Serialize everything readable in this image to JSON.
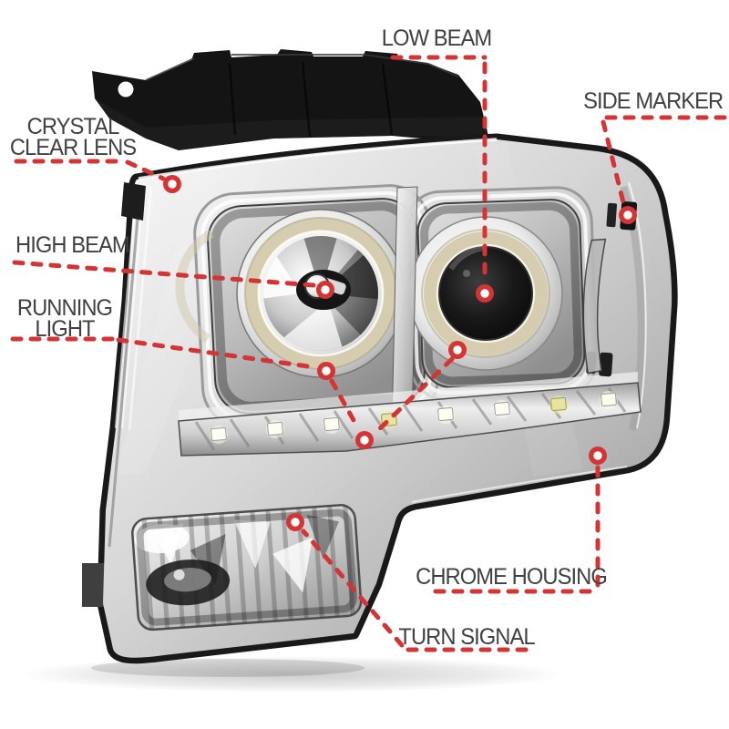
{
  "figure": {
    "type": "annotated product diagram",
    "subject": "chrome projector headlight with halo rings, LED strip, turn signal and mounting bracket"
  },
  "callouts": {
    "low_beam": {
      "label": "LOW BEAM"
    },
    "side_marker": {
      "label": "SIDE MARKER"
    },
    "crystal_clear_lens": {
      "line1": "CRYSTAL",
      "line2": "CLEAR LENS"
    },
    "high_beam": {
      "label": "HIGH BEAM"
    },
    "running_light": {
      "line1": "RUNNING",
      "line2": "LIGHT"
    },
    "chrome_housing": {
      "label": "CHROME HOUSING"
    },
    "turn_signal": {
      "label": "TURN SIGNAL"
    }
  },
  "colors": {
    "background": "#ffffff",
    "callout_red": "#d43434",
    "label_gray": "#414141",
    "halo_beige": "#d6cdb0",
    "chrome_light": "#f5f5f5",
    "chrome_mid": "#c0c0c0",
    "chrome_dark": "#8a8a8a",
    "housing_black": "#161616",
    "led_white": "#fffdf2",
    "led_yellow": "#e9e3a0"
  }
}
